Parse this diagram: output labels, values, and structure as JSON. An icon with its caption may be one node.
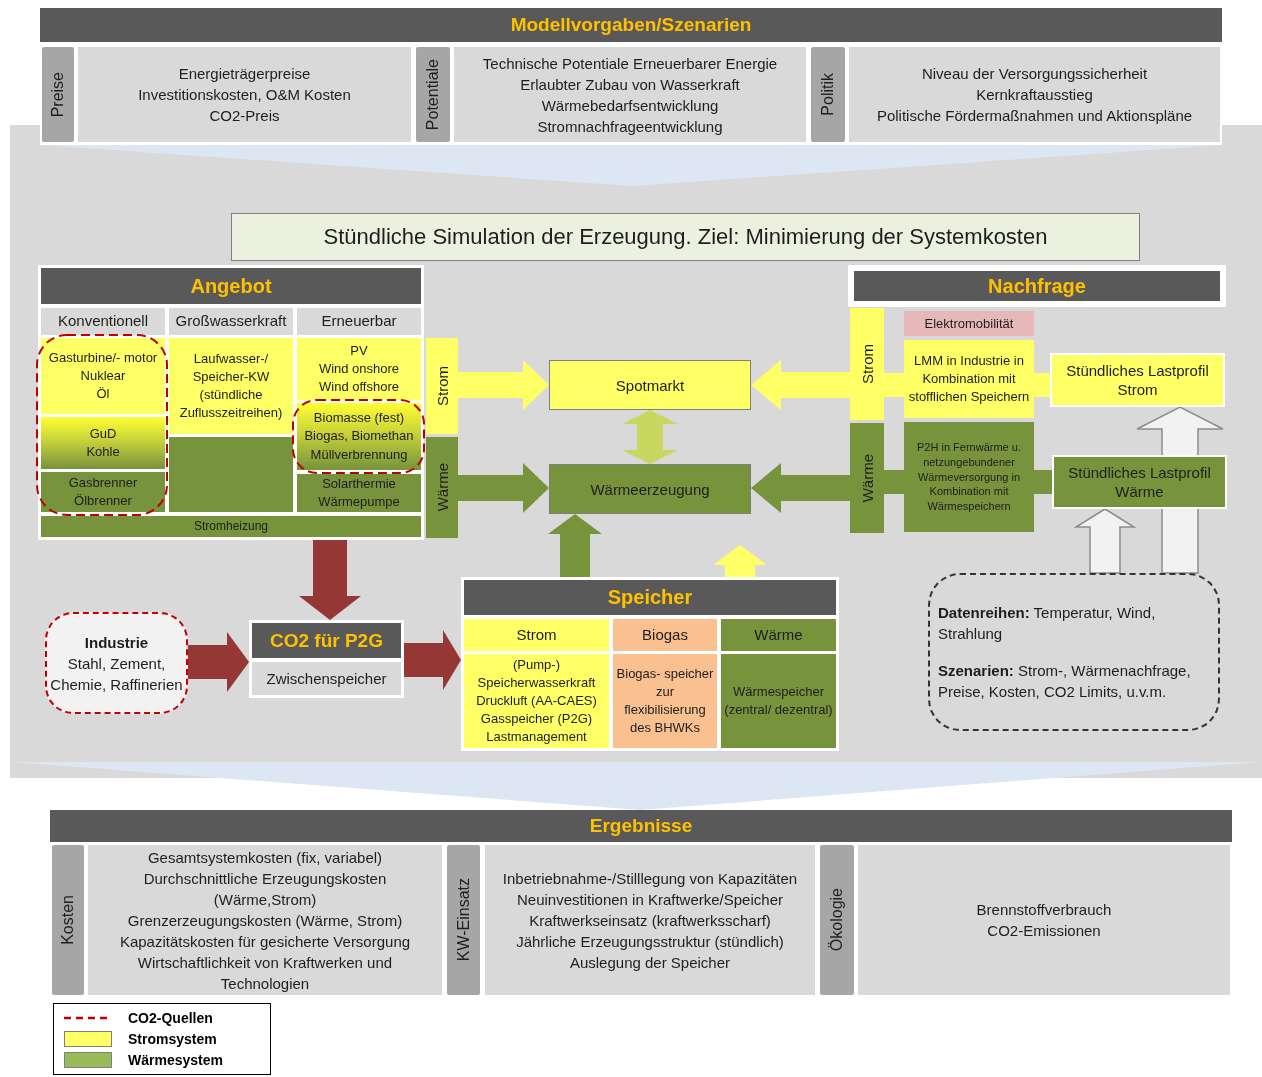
{
  "diagram": {
    "nodes": [
      {
        "text": [
          "Modellvorgaben/Szenarien"
        ]
      },
      {
        "text": [
          "Preise"
        ],
        "in": 0
      },
      {
        "text": [
          "Energieträgerpreise",
          "Investitionskosten, O&M Kosten",
          "CO2-Preis"
        ],
        "in": 0
      },
      {
        "text": [
          "Potentiale"
        ],
        "in": 0
      },
      {
        "text": [
          "Technische Potentiale Erneuerbarer Energie",
          "Erlaubter Zubau von Wasserkraft",
          "Wärmebedarfsentwicklung",
          "Stromnachfrageentwicklung"
        ],
        "in": 0
      },
      {
        "text": [
          "Politik"
        ],
        "in": 0
      },
      {
        "text": [
          "Niveau der Versorgungssicherheit",
          "Kernkraftausstieg",
          "Politische Fördermaßnahmen und Aktionspläne"
        ],
        "in": 0
      },
      {
        "text": [
          "Stündliche Simulation der Erzeugung. Ziel: Minimierung der Systemkosten"
        ]
      },
      {
        "text": [
          "Angebot"
        ]
      },
      {
        "text": [
          "Konventionell"
        ],
        "in": 8
      },
      {
        "text": [
          "Großwasserkraft"
        ],
        "in": 8
      },
      {
        "text": [
          "Erneuerbar"
        ],
        "in": 8
      },
      {
        "text": [
          "Gasturbine/- motor",
          "Nuklear",
          "Öl"
        ],
        "in": 8
      },
      {
        "text": [
          "GuD",
          "Kohle"
        ],
        "in": 8
      },
      {
        "text": [
          "Gasbrenner",
          "Ölbrenner"
        ],
        "in": 8
      },
      {
        "text": [
          "Laufwasser-/ Speicher-KW (stündliche Zuflusszeitreihen)"
        ],
        "in": 8
      },
      {
        "text": [],
        "shape": "box",
        "in": 8
      },
      {
        "text": [
          "PV",
          "Wind onshore",
          "Wind offshore"
        ],
        "in": 8
      },
      {
        "text": [
          "Biomasse (fest)",
          "Biogas, Biomethan",
          "Müllverbrennung"
        ],
        "in": 8
      },
      {
        "text": [
          "Solarthermie",
          "Wärmepumpe"
        ],
        "in": 8
      },
      {
        "text": [
          "Stromheizung"
        ],
        "in": 8
      },
      {
        "text": [
          "Strom"
        ]
      },
      {
        "text": [
          "Wärme"
        ]
      },
      {
        "text": [
          "Spotmarkt"
        ]
      },
      {
        "text": [
          "Wärmeerzeugung"
        ]
      },
      {
        "text": [
          "Nachfrage"
        ]
      },
      {
        "text": [
          "Strom"
        ]
      },
      {
        "text": [
          "Wärme"
        ]
      },
      {
        "text": [
          "Elektromobilität"
        ]
      },
      {
        "text": [
          "LMM in Industrie in Kombination mit stofflichen Speichern"
        ]
      },
      {
        "text": [
          "P2H in Fernwärme u. netzungebundener Wärmeversorgung in Kombination mit Wärmespeichern"
        ]
      },
      {
        "text": [
          "Stündliches Lastprofil Strom"
        ]
      },
      {
        "text": [
          "Stündliches Lastprofil Wärme"
        ]
      },
      {
        "text": [
          "**Datenreihen:** Temperatur, Wind, Strahlung",
          "**Szenarien:** Strom-, Wärmenachfrage, Preise, Kosten, CO2 Limits, u.v.m."
        ]
      },
      {
        "text": [
          "Industrie",
          "Stahl, Zement, Chemie, Raffinerien"
        ]
      },
      {
        "text": [
          "CO2 für P2G",
          "Zwischenspeicher"
        ]
      },
      {
        "text": [
          "Speicher"
        ]
      },
      {
        "text": [
          "Strom"
        ],
        "in": 36
      },
      {
        "text": [
          "Biogas"
        ],
        "in": 36
      },
      {
        "text": [
          "Wärme"
        ],
        "in": 36
      },
      {
        "text": [
          "(Pump-) Speicherwasserkraft",
          "Druckluft (AA-CAES)",
          "Gasspeicher (P2G)",
          "Lastmanagement"
        ],
        "in": 36
      },
      {
        "text": [
          "Biogas- speicher zur flexibilisierung des BHWKs"
        ],
        "in": 36
      },
      {
        "text": [
          "Wärmespeicher (zentral/ dezentral)"
        ],
        "in": 36
      },
      {
        "text": [
          "Ergebnisse"
        ]
      },
      {
        "text": [
          "Kosten"
        ],
        "in": 43
      },
      {
        "text": [
          "Gesamtsystemkosten (fix, variabel)",
          "Durchschnittliche Erzeugungskosten (Wärme,Strom)",
          "Grenzerzeugungskosten (Wärme, Strom)",
          "Kapazitätskosten für gesicherte Versorgung",
          "Wirtschaftlichkeit von Kraftwerken und Technologien"
        ],
        "in": 43
      },
      {
        "text": [
          "KW-Einsatz"
        ],
        "in": 43
      },
      {
        "text": [
          "Inbetriebnahme-/Stilllegung von Kapazitäten",
          "Neuinvestitionen in Kraftwerke/Speicher",
          "Kraftwerkseinsatz (kraftwerksscharf)",
          "Jährliche Erzeugungsstruktur (stündlich)",
          "Auslegung der Speicher"
        ],
        "in": 43
      },
      {
        "text": [
          "Ökologie"
        ],
        "in": 43
      },
      {
        "text": [
          "Brennstoffverbrauch",
          "CO2-Emissionen"
        ],
        "in": 43
      }
    ],
    "edges": [
      {
        "from": 21,
        "to": 23,
        "arrow": "to",
        "color": "#ffff66"
      },
      {
        "from": 22,
        "to": 24,
        "arrow": "to",
        "color": "#77933c"
      },
      {
        "from": 26,
        "to": 23,
        "arrow": "to",
        "color": "#ffff66"
      },
      {
        "from": 27,
        "to": 24,
        "arrow": "to",
        "color": "#77933c"
      },
      {
        "from": 23,
        "to": 24,
        "arrow": "both",
        "color": "#c8d760"
      },
      {
        "from": 36,
        "to": 24,
        "arrow": "to",
        "color": "#77933c"
      },
      {
        "from": 36,
        "to": null,
        "arrow": "to",
        "color": "#ffff66"
      },
      {
        "from": 8,
        "to": 35,
        "arrow": "to",
        "color": "#953735"
      },
      {
        "from": 34,
        "to": 35,
        "arrow": "to",
        "color": "#953735"
      },
      {
        "from": 35,
        "to": 36,
        "arrow": "to",
        "color": "#953735"
      },
      {
        "from": 33,
        "to": 32,
        "arrow": "to",
        "color": "#f2f2f2"
      },
      {
        "from": 33,
        "to": 31,
        "arrow": "to",
        "color": "#f2f2f2"
      },
      {
        "from": 31,
        "to": 26,
        "arrow": "none",
        "color": "#ffff66"
      },
      {
        "from": 32,
        "to": 27,
        "arrow": "none",
        "color": "#77933c"
      }
    ],
    "legend": [
      {
        "text": "CO2-Quellen"
      },
      {
        "text": "Stromsystem",
        "color": "#ffff66"
      },
      {
        "text": "Wärmesystem",
        "color": "#9bbb59"
      }
    ]
  }
}
